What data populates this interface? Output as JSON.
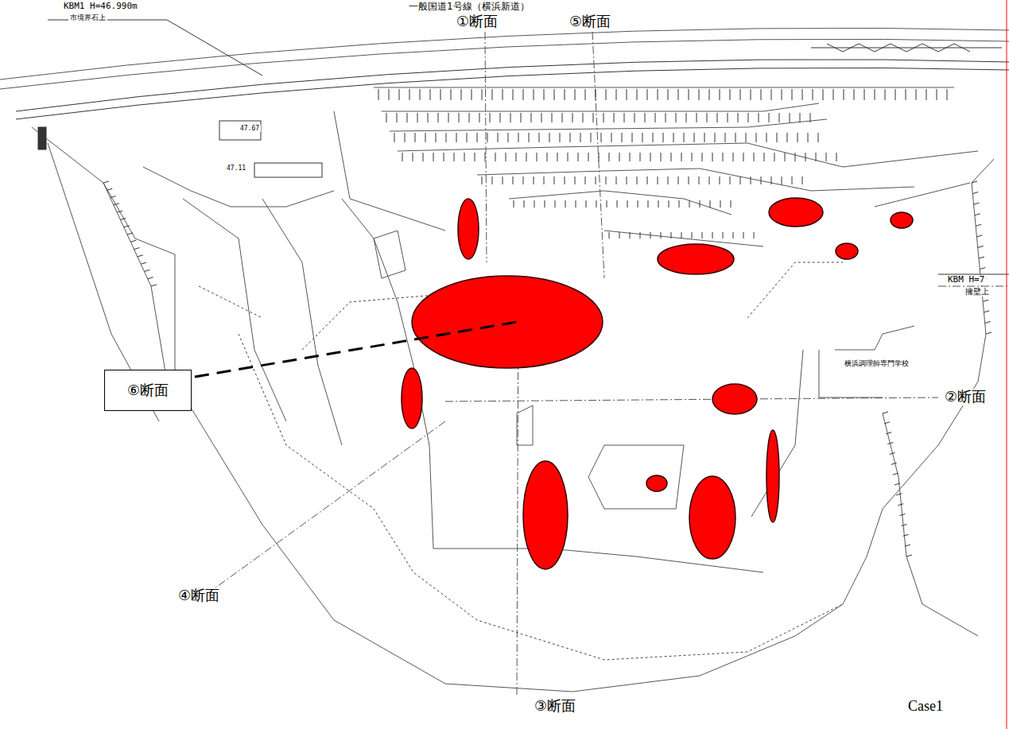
{
  "diagram": {
    "nodes": [
      {
        "text": [
          "⑥断面"
        ]
      }
    ],
    "edges": [],
    "labels": [
      "KBM1 H=46.990m",
      "市境界石上",
      "一般国道1号線（横浜新道）",
      "①断面",
      "⑤断面",
      "KBM H=7",
      "擁壁上",
      "横浜調理師専門学校",
      "②断面",
      "③断面",
      "④断面",
      "Case1",
      "47.67",
      "47.11"
    ]
  }
}
